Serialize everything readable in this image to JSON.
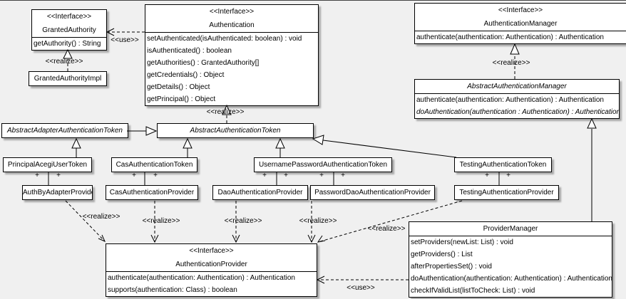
{
  "colors": {
    "background": "#f0f0f0",
    "box_fill": "#ffffff",
    "box_border": "#000000",
    "line": "#000000",
    "shadow": "#9e9e9e"
  },
  "labels": {
    "use": "<<use>>",
    "realize": "<<realize>>",
    "plus": "+"
  },
  "classes": {
    "granted_authority": {
      "stereotype": "<<Interface>>",
      "name": "GrantedAuthority",
      "methods": [
        "getAuthority() : String"
      ]
    },
    "granted_authority_impl": {
      "name": "GrantedAuthorityImpl"
    },
    "authentication": {
      "stereotype": "<<Interface>>",
      "name": "Authentication",
      "methods": [
        "setAuthenticated(isAuthenticated: boolean) : void",
        "isAuthenticated() : boolean",
        "getAuthorities() : GrantedAuthority[]",
        "getCredentials() : Object",
        "getDetails() : Object",
        "getPrincipal() : Object"
      ]
    },
    "authentication_manager": {
      "stereotype": "<<Interface>>",
      "name": "AuthenticationManager",
      "methods": [
        "authenticate(authentication: Authentication) : Authentication"
      ]
    },
    "abstract_authentication_manager": {
      "name": "AbstractAuthenticationManager",
      "abstract": true,
      "methods": [
        "authenticate(authentication: Authentication) : Authentication",
        "doAuthentication(authentication : Authentication) : Authentication"
      ]
    },
    "abstract_adapter_authentication_token": {
      "name": "AbstractAdapterAuthenticationToken",
      "abstract": true
    },
    "abstract_authentication_token": {
      "name": "AbstractAuthenticationToken",
      "abstract": true
    },
    "principal_acegi_user_token": {
      "name": "PrincipalAcegiUserToken"
    },
    "cas_authentication_token": {
      "name": "CasAuthenticationToken"
    },
    "username_password_authentication_token": {
      "name": "UsernamePasswordAuthenticationToken"
    },
    "testing_authentication_token": {
      "name": "TestingAuthenticationToken"
    },
    "auth_by_adapter_provider": {
      "name": "AuthByAdapterProvider"
    },
    "cas_authentication_provider": {
      "name": "CasAuthenticationProvider"
    },
    "dao_authentication_provider": {
      "name": "DaoAuthenticationProvider"
    },
    "password_dao_authentication_provider": {
      "name": "PasswordDaoAuthenticationProvider"
    },
    "testing_authentication_provider": {
      "name": "TestingAuthenticationProvider"
    },
    "provider_manager": {
      "name": "ProviderManager",
      "methods": [
        "setProviders(newList: List) : void",
        "getProviders() : List",
        "afterPropertiesSet() : void",
        "doAuthentication(authentication: Authentication) : Authentication",
        "checkIfValidList(listToCheck: List) : void"
      ]
    },
    "authentication_provider": {
      "stereotype": "<<Interface>>",
      "name": "AuthenticationProvider",
      "methods": [
        "authenticate(authentication: Authentication) : Authentication",
        "supports(authentication: Class) : boolean"
      ]
    }
  },
  "relationships": [
    {
      "type": "realize",
      "from": "GrantedAuthorityImpl",
      "to": "GrantedAuthority",
      "label": "<<realize>>"
    },
    {
      "type": "use",
      "from": "Authentication",
      "to": "GrantedAuthority",
      "label": "<<use>>"
    },
    {
      "type": "realize",
      "from": "AbstractAuthenticationToken",
      "to": "Authentication",
      "label": "<<realize>>"
    },
    {
      "type": "realize",
      "from": "AbstractAuthenticationManager",
      "to": "AuthenticationManager",
      "label": "<<realize>>"
    },
    {
      "type": "generalization",
      "from": "ProviderManager",
      "to": "AbstractAuthenticationManager"
    },
    {
      "type": "generalization",
      "from": "AbstractAdapterAuthenticationToken",
      "to": "AbstractAuthenticationToken"
    },
    {
      "type": "generalization",
      "from": "PrincipalAcegiUserToken",
      "to": "AbstractAdapterAuthenticationToken"
    },
    {
      "type": "generalization",
      "from": "CasAuthenticationToken",
      "to": "AbstractAuthenticationToken"
    },
    {
      "type": "generalization",
      "from": "UsernamePasswordAuthenticationToken",
      "to": "AbstractAuthenticationToken"
    },
    {
      "type": "generalization",
      "from": "TestingAuthenticationToken",
      "to": "AbstractAuthenticationToken"
    },
    {
      "type": "association",
      "from": "PrincipalAcegiUserToken",
      "to": "AuthByAdapterProvider",
      "end_labels": [
        "+",
        "+"
      ]
    },
    {
      "type": "association",
      "from": "CasAuthenticationToken",
      "to": "CasAuthenticationProvider",
      "end_labels": [
        "+",
        "+"
      ]
    },
    {
      "type": "association",
      "from": "UsernamePasswordAuthenticationToken",
      "to": "DaoAuthenticationProvider",
      "end_labels": [
        "+",
        "+"
      ]
    },
    {
      "type": "association",
      "from": "UsernamePasswordAuthenticationToken",
      "to": "PasswordDaoAuthenticationProvider",
      "end_labels": [
        "+",
        "+"
      ]
    },
    {
      "type": "association",
      "from": "TestingAuthenticationToken",
      "to": "TestingAuthenticationProvider",
      "end_labels": [
        "+",
        "+"
      ]
    },
    {
      "type": "realize",
      "from": "AuthByAdapterProvider",
      "to": "AuthenticationProvider",
      "label": "<<realize>>"
    },
    {
      "type": "realize",
      "from": "CasAuthenticationProvider",
      "to": "AuthenticationProvider",
      "label": "<<realize>>"
    },
    {
      "type": "realize",
      "from": "DaoAuthenticationProvider",
      "to": "AuthenticationProvider",
      "label": "<<realize>>"
    },
    {
      "type": "realize",
      "from": "PasswordDaoAuthenticationProvider",
      "to": "AuthenticationProvider",
      "label": "<<realize>>"
    },
    {
      "type": "realize",
      "from": "TestingAuthenticationProvider",
      "to": "AuthenticationProvider",
      "label": "<<realize>>"
    },
    {
      "type": "use",
      "from": "ProviderManager",
      "to": "AuthenticationProvider",
      "label": "<<use>>"
    }
  ]
}
